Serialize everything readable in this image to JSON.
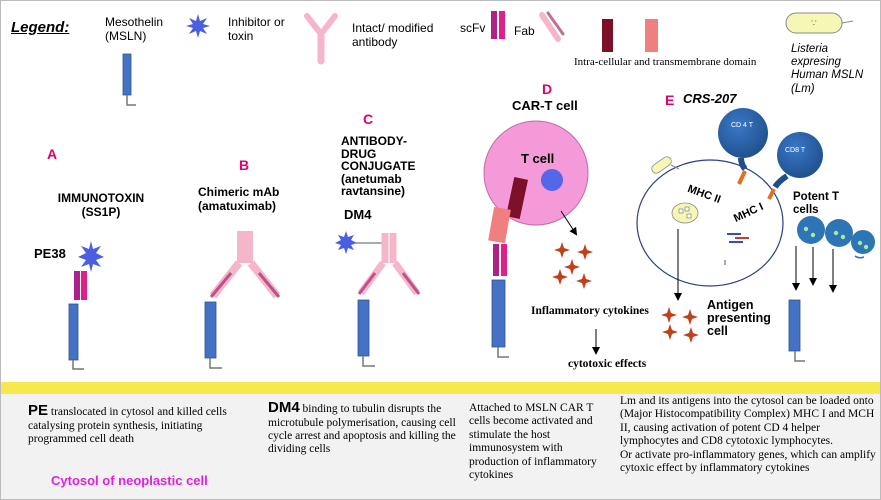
{
  "legend": {
    "title": "Legend:",
    "mesothelin": "Mesothelin (MSLN)",
    "inhibitor": "Inhibitor or toxin",
    "antibody": "Intact/ modified antibody",
    "scfv": "scFv",
    "fab": "Fab",
    "domain": "Intra-cellular and transmembrane domain",
    "listeria": "Listeria expresing Human MSLN (Lm)"
  },
  "panels": {
    "a": {
      "letter": "A",
      "title": "IMMUNOTOXIN (SS1P)",
      "toxin": "PE38"
    },
    "b": {
      "letter": "B",
      "title": "Chimeric mAb (amatuximab)"
    },
    "c": {
      "letter": "C",
      "title": "ANTIBODY-DRUG CONJUGATE (anetumab ravtansine)",
      "drug": "DM4"
    },
    "d": {
      "letter": "D",
      "title": "CAR-T cell",
      "tcell": "T cell",
      "cytokines": "Inflammatory cytokines",
      "cytotoxic": "cytotoxic effects"
    },
    "e": {
      "letter": "E",
      "title": "CRS-207",
      "cd4": "CD 4 T",
      "cd8": "CD8 T",
      "mhc2": "MHC II",
      "mhc1": "MHC I",
      "potent": "Potent T cells",
      "apc": "Antigen presenting cell"
    }
  },
  "descriptions": {
    "a_strong": "PE",
    "a_text": " translocated in cytosol and killed cells catalysing protein synthesis, initiating programmed cell death",
    "a_cytosol": "Cytosol of neoplastic cell",
    "c_strong": "DM4",
    "c_text": " binding to tubulin disrupts the microtubule polymerisation, causing cell cycle arrest and apoptosis and  killing the dividing cells",
    "d_text": "Attached to MSLN CAR T cells become activated and stimulate the host immunosystem with production of inflammatory cytokines",
    "e_text1": "Lm and its antigens into the cytosol can be loaded onto (Major Histocompatibility Complex) MHC I and MCH II, causing activation of potent CD 4 helper lymphocytes and CD8 cytotoxic lymphocytes.",
    "e_text2": "Or  activate pro-inflammatory genes, which can amplify cytoxic effect by inflammatory cytokines"
  },
  "colors": {
    "msln": "#4472c4",
    "antibody": "#f4b6c8",
    "scfv": "#b0208a",
    "domain_dark": "#7b1028",
    "domain_light": "#f08080",
    "inhibitor": "#4a5ee0",
    "tcell": "#f49ad8",
    "cd_cells": "#2e75b6",
    "cytokine": "#c0401a",
    "band": "#f7e94d"
  },
  "icons": {
    "inhibitor": "star-burst-icon",
    "cytokine": "four-point-star-icon",
    "listeria": "bacterium-icon"
  }
}
